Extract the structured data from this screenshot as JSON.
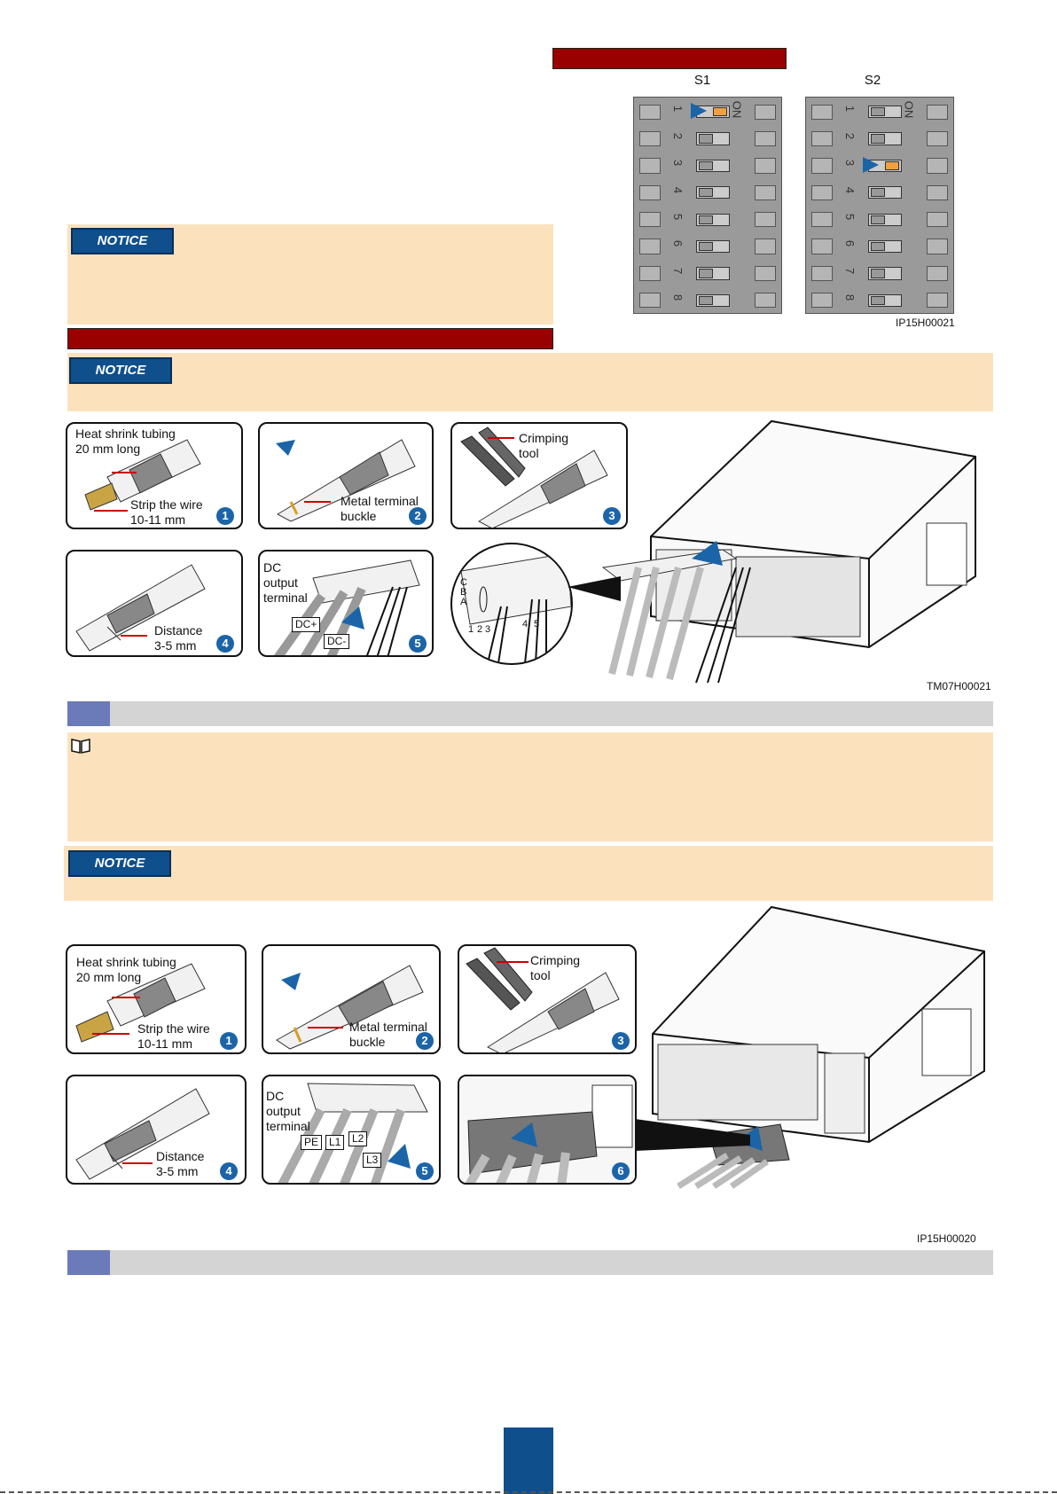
{
  "notice_label": "NOTICE",
  "switch_figure": {
    "s1_label": "S1",
    "s2_label": "S2",
    "figure_code": "IP15H00021",
    "switch_numbers": [
      "1",
      "2",
      "3",
      "4",
      "5",
      "6",
      "7",
      "8"
    ],
    "on_text": "ON"
  },
  "dc_figure": {
    "step1": {
      "label": "Heat shrink tubing\n20 mm long",
      "strip": "Strip the wire\n10-11 mm",
      "num": "1"
    },
    "step2": {
      "label": "Metal terminal\nbuckle",
      "num": "2"
    },
    "step3": {
      "label": "Crimping\ntool",
      "num": "3"
    },
    "step4": {
      "label": "Distance\n3-5 mm",
      "num": "4"
    },
    "step5": {
      "label": "DC\noutput\nterminal",
      "tag_pos": "DC+",
      "tag_neg": "DC-",
      "num": "5"
    },
    "zoom_letters": [
      "C",
      "B",
      "A"
    ],
    "zoom_numbers": [
      "1",
      "2",
      "3",
      "4",
      "5"
    ],
    "figure_code": "TM07H00021"
  },
  "ac_figure": {
    "step1": {
      "label": "Heat shrink tubing\n20 mm long",
      "strip": "Strip the wire\n10-11 mm",
      "num": "1"
    },
    "step2": {
      "label": "Metal terminal\nbuckle",
      "num": "2"
    },
    "step3": {
      "label": "Crimping\ntool",
      "num": "3"
    },
    "step4": {
      "label": "Distance\n3-5 mm",
      "num": "4"
    },
    "step5": {
      "label": "DC\noutput\nterminal",
      "tags": [
        "PE",
        "L1",
        "L2",
        "L3"
      ],
      "num": "5"
    },
    "step6": {
      "num": "6"
    },
    "figure_code": "IP15H00020"
  }
}
